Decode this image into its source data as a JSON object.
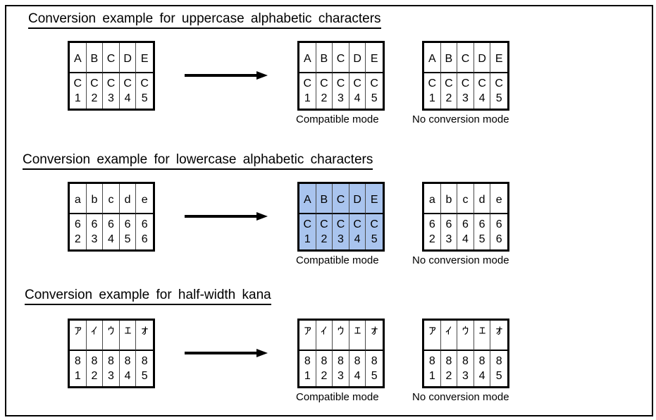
{
  "colors": {
    "highlight_blue": "#a9c4ee",
    "table_border": "#000000",
    "cell_divider": "#4a4a4a",
    "text": "#000000"
  },
  "sections": [
    {
      "title": "Conversion example for uppercase alphabetic characters",
      "source": {
        "top": [
          "A",
          "B",
          "C",
          "D",
          "E"
        ],
        "bottom": [
          "C1",
          "C2",
          "C3",
          "C4",
          "C5"
        ],
        "highlight": false
      },
      "results": [
        {
          "label": "Compatible mode",
          "top": [
            "A",
            "B",
            "C",
            "D",
            "E"
          ],
          "bottom": [
            "C1",
            "C2",
            "C3",
            "C4",
            "C5"
          ],
          "highlight": false
        },
        {
          "label": "No conversion mode",
          "top": [
            "A",
            "B",
            "C",
            "D",
            "E"
          ],
          "bottom": [
            "C1",
            "C2",
            "C3",
            "C4",
            "C5"
          ],
          "highlight": false
        }
      ]
    },
    {
      "title": "Conversion example for lowercase alphabetic characters",
      "source": {
        "top": [
          "a",
          "b",
          "c",
          "d",
          "e"
        ],
        "bottom": [
          "62",
          "63",
          "64",
          "65",
          "66"
        ],
        "highlight": false
      },
      "results": [
        {
          "label": "Compatible mode",
          "top": [
            "A",
            "B",
            "C",
            "D",
            "E"
          ],
          "bottom": [
            "C1",
            "C2",
            "C3",
            "C4",
            "C5"
          ],
          "highlight": true
        },
        {
          "label": "No conversion mode",
          "top": [
            "a",
            "b",
            "c",
            "d",
            "e"
          ],
          "bottom": [
            "62",
            "63",
            "64",
            "65",
            "66"
          ],
          "highlight": false
        }
      ]
    },
    {
      "title": "Conversion example for half-width kana",
      "source": {
        "top": [
          "ｱ",
          "ｲ",
          "ｳ",
          "ｴ",
          "ｵ"
        ],
        "bottom": [
          "81",
          "82",
          "83",
          "84",
          "85"
        ],
        "highlight": false
      },
      "results": [
        {
          "label": "Compatible mode",
          "top": [
            "ｱ",
            "ｲ",
            "ｳ",
            "ｴ",
            "ｵ"
          ],
          "bottom": [
            "81",
            "82",
            "83",
            "84",
            "85"
          ],
          "highlight": false
        },
        {
          "label": "No conversion mode",
          "top": [
            "ｱ",
            "ｲ",
            "ｳ",
            "ｴ",
            "ｵ"
          ],
          "bottom": [
            "81",
            "82",
            "83",
            "84",
            "85"
          ],
          "highlight": false
        }
      ]
    }
  ]
}
